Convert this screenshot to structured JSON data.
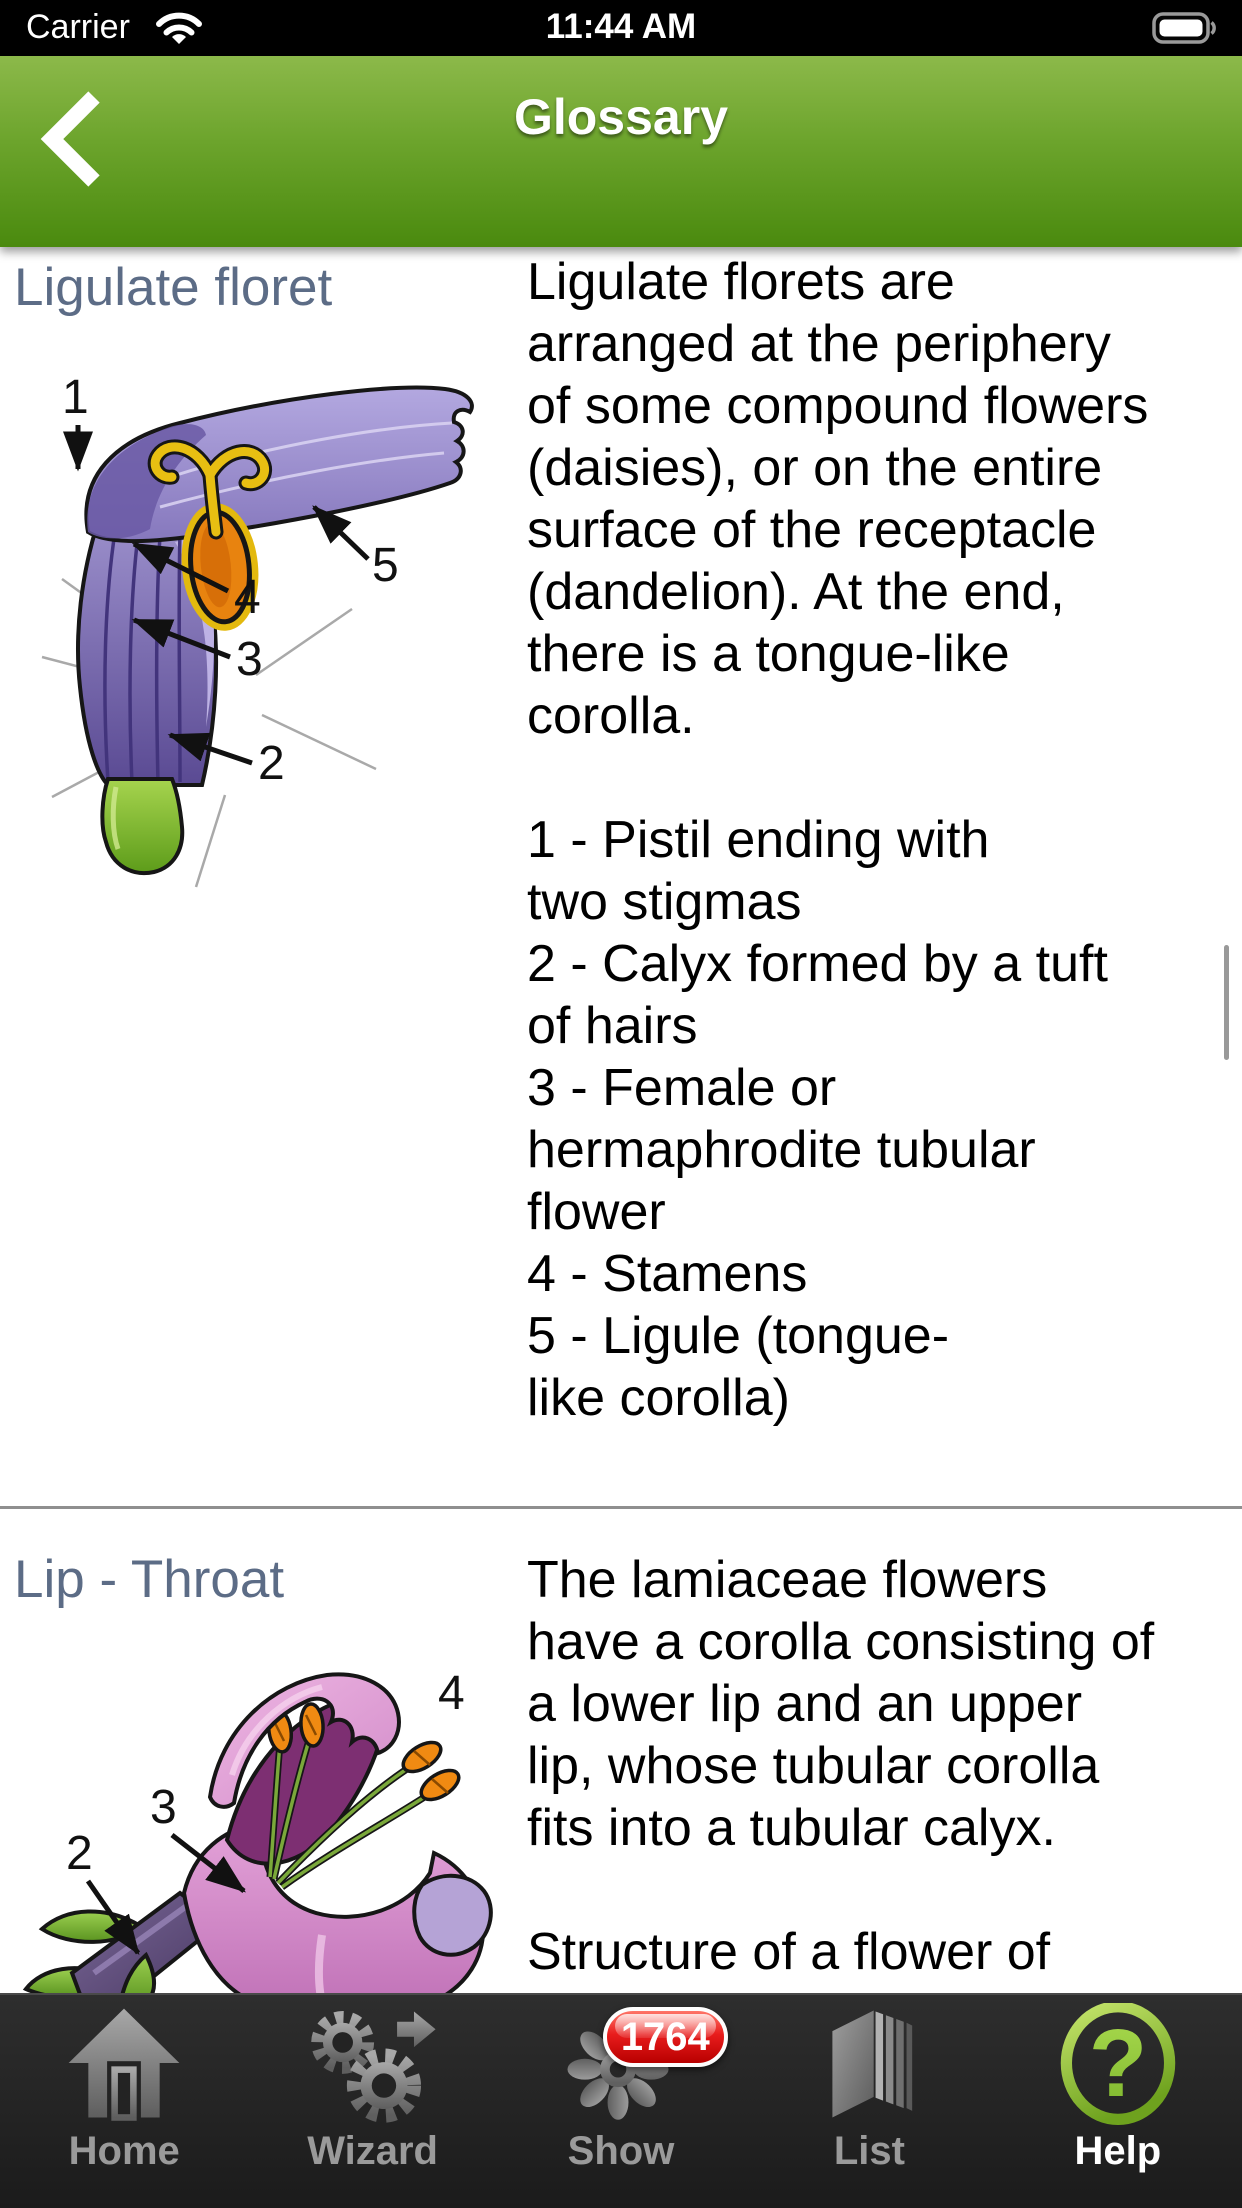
{
  "status_bar": {
    "carrier": "Carrier",
    "time": "11:44 AM",
    "wifi_icon": "wifi-full",
    "battery_icon": "battery-full"
  },
  "header": {
    "title": "Glossary",
    "back_icon": "chevron-left"
  },
  "glossary": {
    "sections": [
      {
        "term": "Ligulate floret",
        "definition": "Ligulate florets are\narranged at the periphery\nof some compound flowers\n(daisies), or on the entire\nsurface of the receptacle\n(dandelion). At the end,\nthere is a tongue-like\ncorolla.",
        "legend": "1 - Pistil ending with\ntwo stigmas\n2 - Calyx formed by a tuft\nof hairs\n3 - Female or\nhermaphrodite tubular\nflower\n4 - Stamens\n5 - Ligule (tongue-\nlike corolla)",
        "figure": {
          "description": "ligulate-floret-diagram",
          "labels": [
            "1",
            "2",
            "3",
            "4",
            "5"
          ]
        }
      },
      {
        "term": "Lip - Throat",
        "definition": "The lamiaceae flowers\nhave a corolla consisting of\na lower lip and an upper\nlip, whose tubular corolla\nfits into a tubular calyx.",
        "legend": "Structure of a flower of",
        "figure": {
          "description": "lip-throat-flower-diagram",
          "labels": [
            "2",
            "3",
            "4"
          ]
        }
      }
    ]
  },
  "tab_bar": {
    "tabs": [
      {
        "label": "Home",
        "icon": "home-icon",
        "active": false
      },
      {
        "label": "Wizard",
        "icon": "gears-icon",
        "active": false
      },
      {
        "label": "Show",
        "icon": "flower-icon",
        "active": false,
        "badge": "1764"
      },
      {
        "label": "List",
        "icon": "book-icon",
        "active": false
      },
      {
        "label": "Help",
        "icon": "question-icon",
        "active": true
      }
    ]
  },
  "colors": {
    "header_green_top": "#8cb94a",
    "header_green_bottom": "#4a8a0e",
    "term_text": "#5c6c86",
    "badge_red": "#d01414",
    "help_green": "#8dc63f",
    "tab_bar_bg": "#232323",
    "tab_label": "#9a9a9a"
  }
}
